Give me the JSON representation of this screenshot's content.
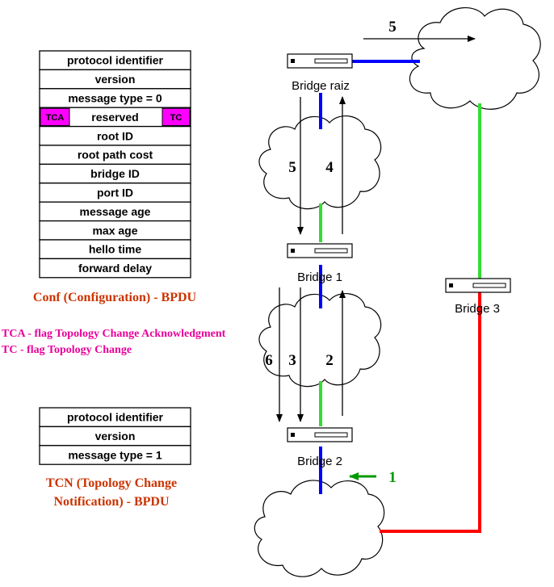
{
  "conf_bpdu": {
    "fields": [
      "protocol identifier",
      "version",
      "message type = 0",
      "reserved",
      "root ID",
      "root path cost",
      "bridge ID",
      "port ID",
      "message age",
      "max age",
      "hello time",
      "forward delay"
    ],
    "flag_left": "TCA",
    "flag_right": "TC",
    "caption": "Conf (Configuration) - BPDU"
  },
  "flags_legend": {
    "tca": "TCA - flag Topology Change Acknowledgment",
    "tc": "TC - flag Topology Change"
  },
  "tcn_bpdu": {
    "fields": [
      "protocol identifier",
      "version",
      "message type = 1"
    ],
    "caption_line1": "TCN (Topology Change",
    "caption_line2": "Notification) - BPDU"
  },
  "bridges": {
    "root": "Bridge raiz",
    "b1": "Bridge 1",
    "b2": "Bridge 2",
    "b3": "Bridge 3"
  },
  "steps": {
    "s1": "1",
    "s2": "2",
    "s3": "3",
    "s4": "4",
    "s5_top": "5",
    "s5_cloud": "5",
    "s6": "6"
  },
  "colors": {
    "caption_red": "#cc3300",
    "flag_magenta": "#ff00ff",
    "flag_text": "#e8009a",
    "link_blue": "#0000ff",
    "link_green": "#33dd33",
    "link_red": "#ff0000",
    "arrow_green": "#009900"
  }
}
